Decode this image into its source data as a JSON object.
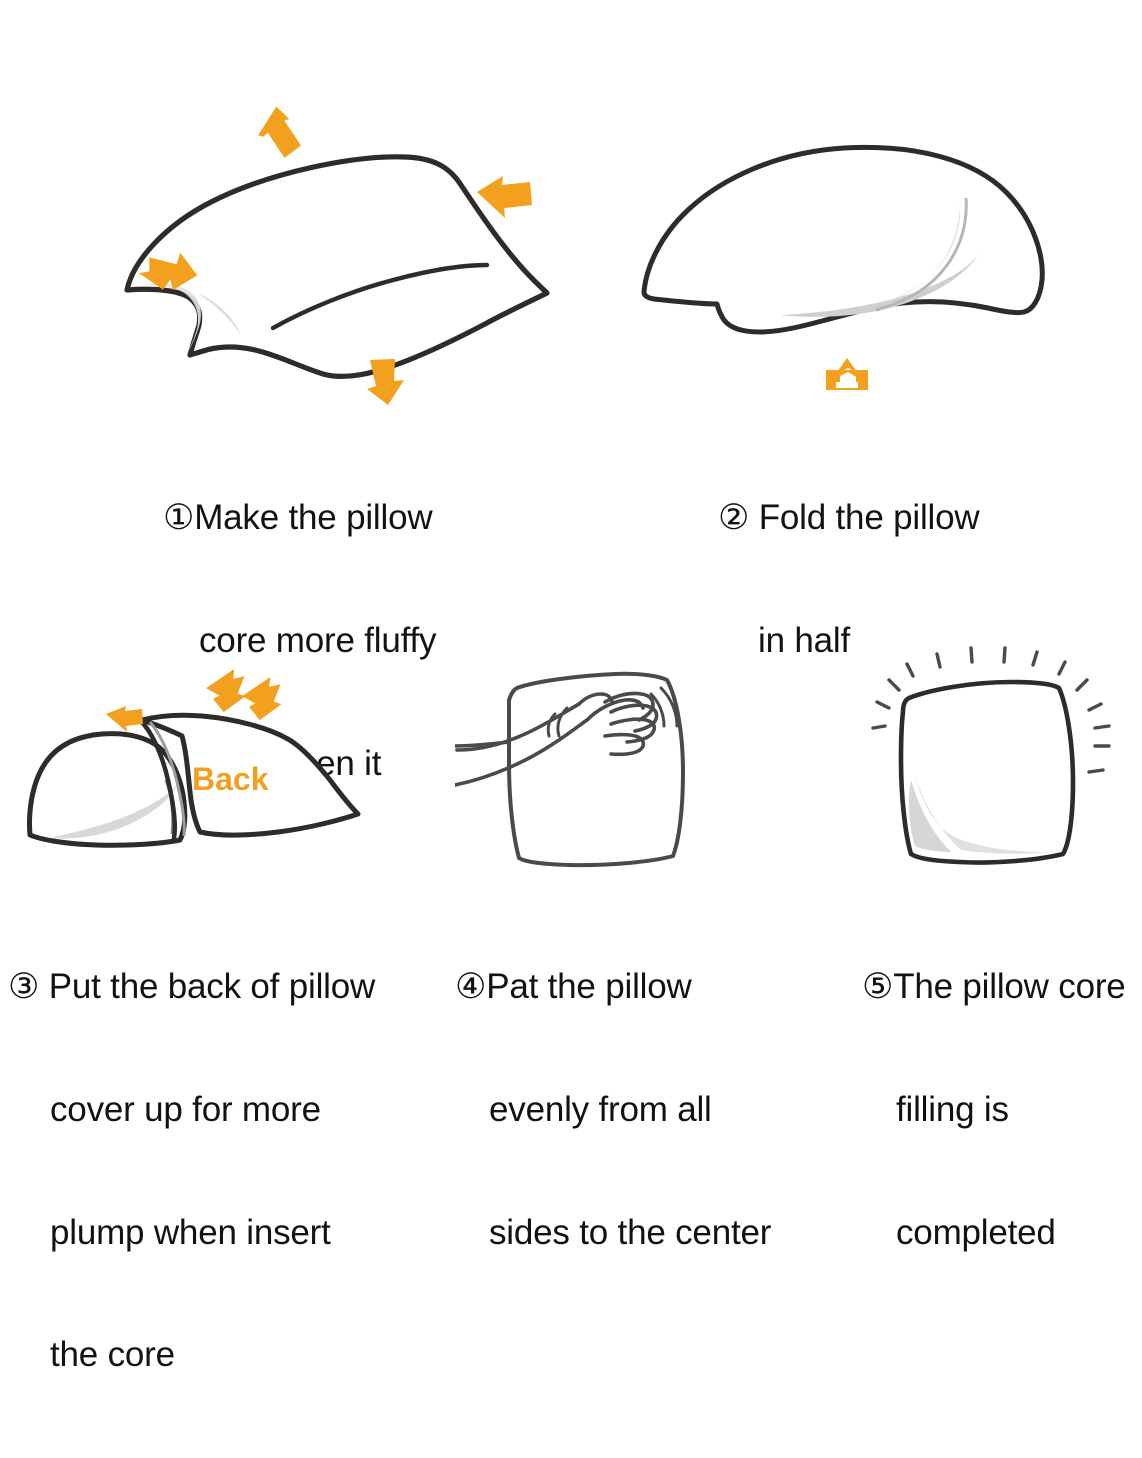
{
  "page": {
    "background_color": "#ffffff",
    "ink_color": "#2b2b2b",
    "accent_color": "#F2A01E",
    "text_color": "#121212",
    "kind": "pillow-insert-instruction-diagram",
    "rows": 2,
    "step_count": 5
  },
  "steps": [
    {
      "id": "step-1",
      "number_glyph": "①",
      "number": "1",
      "caption_line_1": "Make the pillow",
      "caption_line_2": "core more fluffy",
      "caption_line_3": "after open it",
      "caption_full": "Make the pillow core more fluffy after open it",
      "illustration": "fluffed-pillow-with-outward-arrows",
      "arrow_labels": [
        "arrow-up-left",
        "arrow-right",
        "arrow-left",
        "arrow-down"
      ]
    },
    {
      "id": "step-2",
      "number_glyph": "②",
      "number": "2",
      "caption_line_1": "Fold the pillow",
      "caption_line_2": "in half",
      "caption_line_3": "",
      "caption_full": "Fold the pillow in half",
      "illustration": "folded-pillow-dome",
      "arrow_labels": [
        "arrow-up"
      ]
    },
    {
      "id": "step-3",
      "number_glyph": "③",
      "number": "3",
      "caption_line_1": "Put the back of pillow",
      "caption_line_2": "cover up for more",
      "caption_line_3": "plump when insert",
      "caption_line_4": "the core",
      "caption_full": "Put the back of pillow cover up for more plump when insert the core",
      "illustration": "pillow-core-entering-cover",
      "inline_label": "Back",
      "arrow_labels": [
        "arrow-right",
        "arrow-up-right-1",
        "arrow-up-right-2"
      ]
    },
    {
      "id": "step-4",
      "number_glyph": "④",
      "number": "4",
      "caption_line_1": "Pat the pillow",
      "caption_line_2": "evenly from all",
      "caption_line_3": "sides to the center",
      "caption_full": "Pat the pillow evenly from all sides to the center",
      "illustration": "hand-patting-pillow",
      "arrow_labels": []
    },
    {
      "id": "step-5",
      "number_glyph": "⑤",
      "number": "5",
      "caption_line_1": "The pillow core",
      "caption_line_2": "filling is",
      "caption_line_3": "completed",
      "caption_full": "The pillow core filling is completed",
      "illustration": "finished-pillow-with-sparkles",
      "arrow_labels": []
    }
  ]
}
